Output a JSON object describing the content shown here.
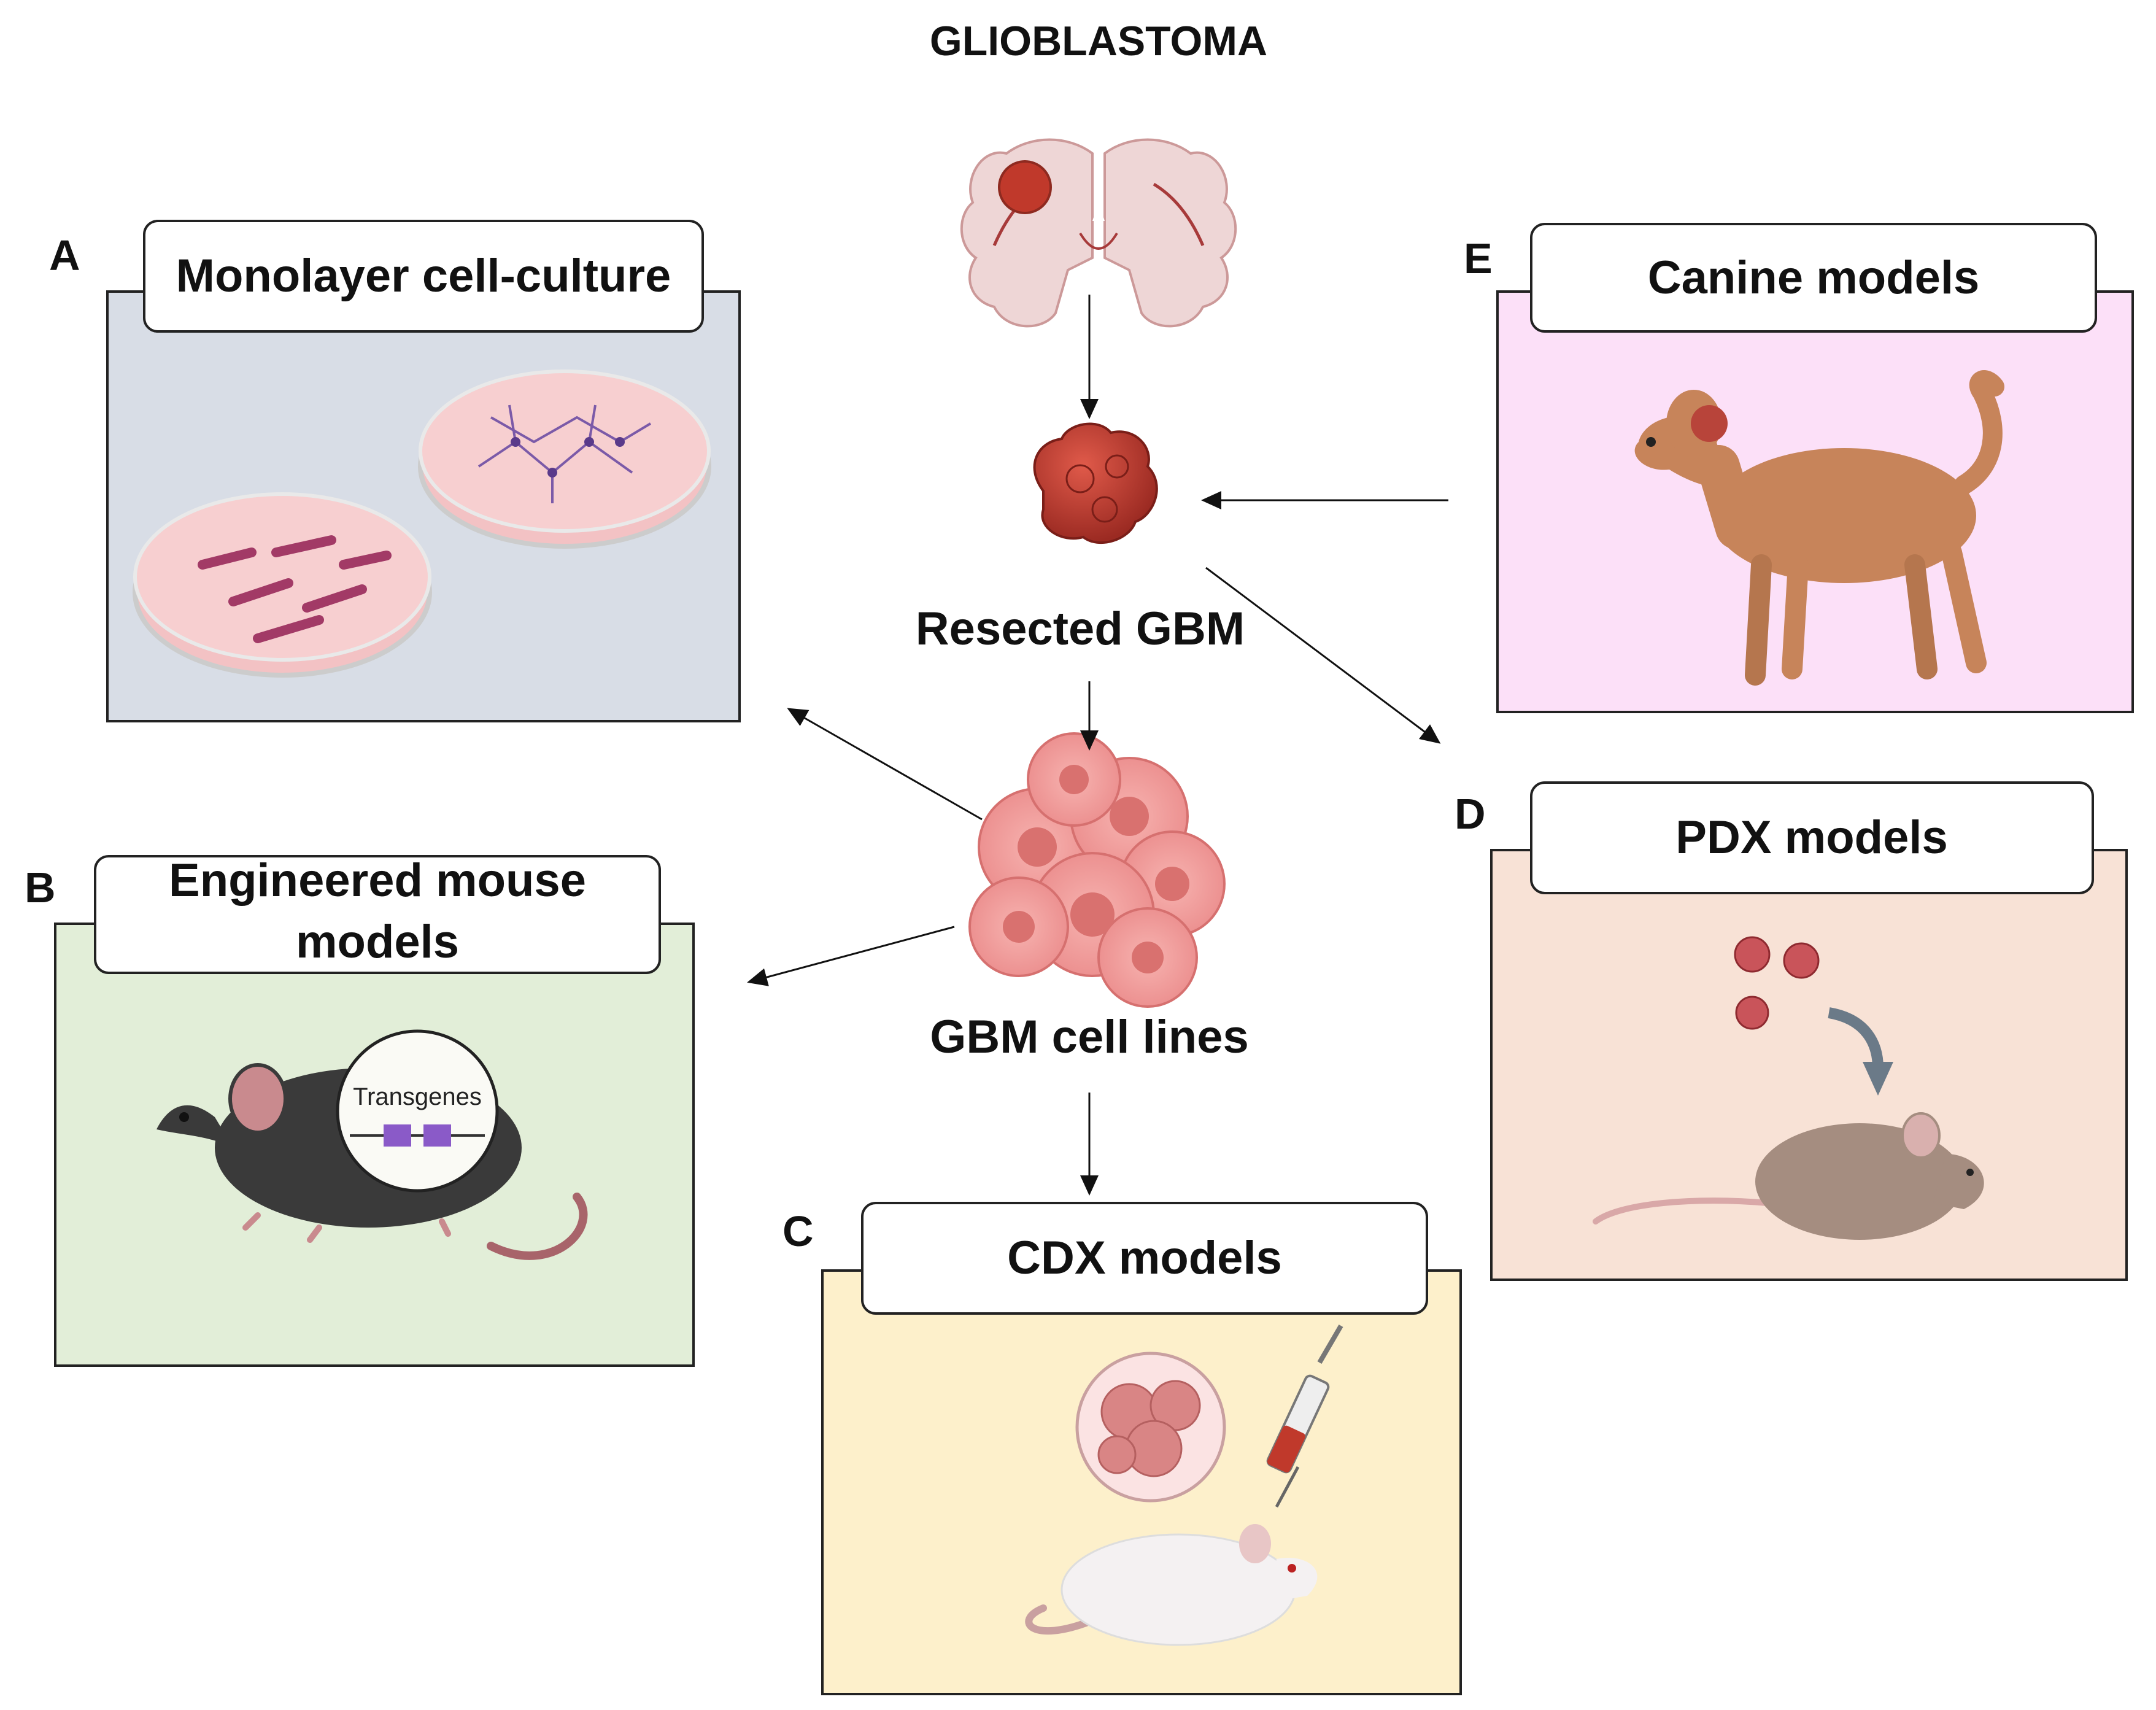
{
  "title": "GLIOBLASTOMA",
  "nodes": {
    "resected": "Resected GBM",
    "cell_lines": "GBM cell lines"
  },
  "panels": {
    "A": {
      "letter": "A",
      "title": "Monolayer cell-culture",
      "bg": "#d8dde6"
    },
    "B": {
      "letter": "B",
      "title_line1": "Engineered mouse",
      "title_line2": "models",
      "inset_label": "Transgenes",
      "bg": "#e2eed8"
    },
    "C": {
      "letter": "C",
      "title": "CDX models",
      "bg": "#fdf0cb"
    },
    "D": {
      "letter": "D",
      "title": "PDX models",
      "bg": "#f8e2d6"
    },
    "E": {
      "letter": "E",
      "title": "Canine models",
      "bg": "#fce0f8"
    }
  },
  "icons": [
    "brain-icon",
    "tumor-icon",
    "cell-cluster-icon",
    "petri-dish-icon",
    "mouse-icon",
    "syringe-icon",
    "dog-icon"
  ]
}
